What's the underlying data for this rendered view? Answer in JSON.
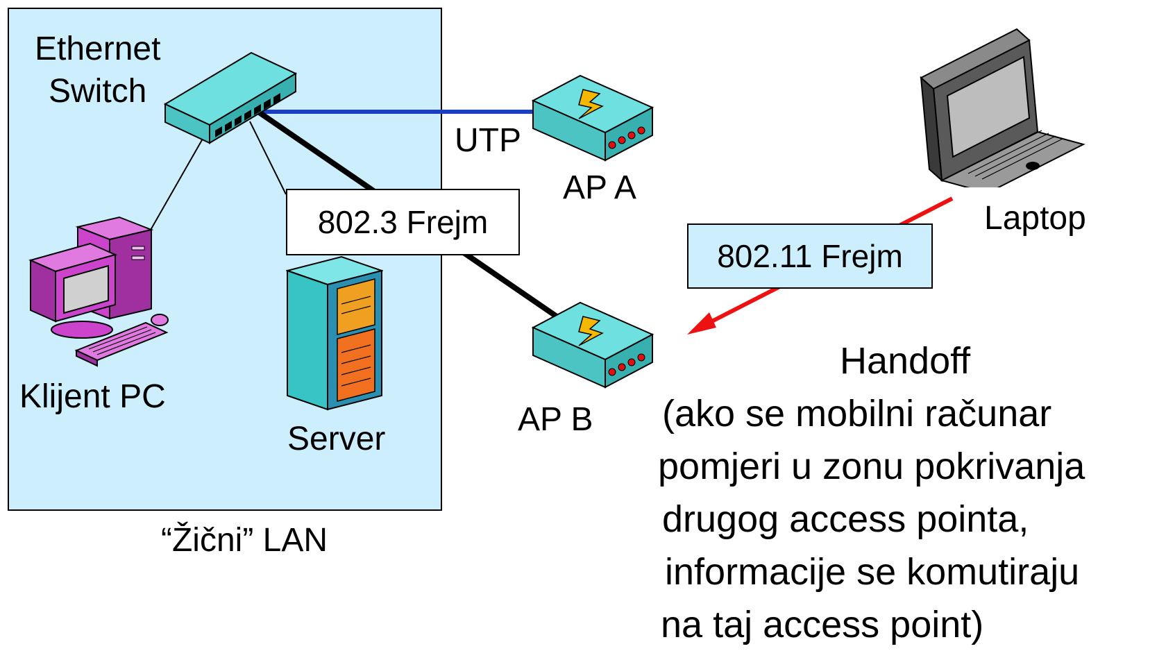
{
  "diagram": {
    "wired_lan": {
      "caption": "“Žični” LAN",
      "switch_label_line1": "Ethernet",
      "switch_label_line2": "Switch",
      "client_label": "Klijent PC",
      "server_label": "Server"
    },
    "access_points": {
      "ap_a_label": "AP A",
      "ap_b_label": "AP B",
      "utp_label": "UTP"
    },
    "frames": {
      "wired_frame": "802.3 Frejm",
      "wireless_frame": "802.11 Frejm"
    },
    "laptop_label": "Laptop",
    "handoff": {
      "title": "Handoff",
      "lines": [
        "(ako se mobilni računar",
        "pomjeri u zonu pokrivanja",
        "drugog access pointa,",
        "informacije se komutiraju",
        " na taj access point)"
      ]
    },
    "colors": {
      "lan_background": "#cdeefc",
      "utp_link": "#1a3fc0",
      "wireless_link": "#ee1111",
      "frame_box_fill": "#cdeefc",
      "device_cyan": "#5fd6d6",
      "client_magenta": "#cc44cc"
    },
    "icons": [
      "switch-icon",
      "pc-icon",
      "server-icon",
      "access-point-icon",
      "laptop-icon"
    ]
  }
}
